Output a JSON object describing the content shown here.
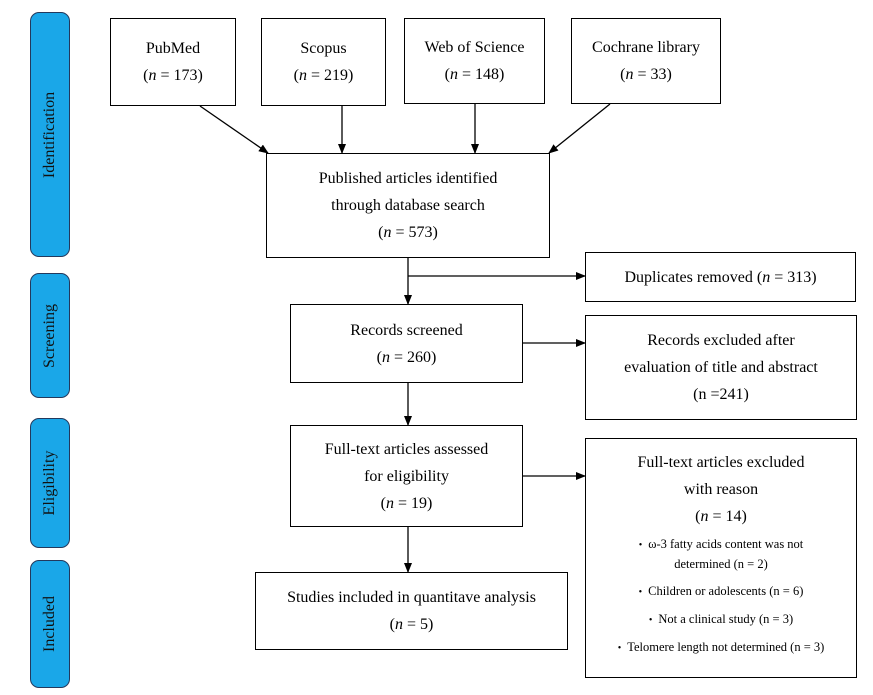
{
  "phases": [
    "Identification",
    "Screening",
    "Eligibility",
    "Included"
  ],
  "sources": [
    {
      "name": "PubMed",
      "count": "173"
    },
    {
      "name": "Scopus",
      "count": "219"
    },
    {
      "name": "Web of Science",
      "count": "148"
    },
    {
      "name": "Cochrane library",
      "count": "33"
    }
  ],
  "n_symbol": "n",
  "identified": {
    "line1": "Published articles identified",
    "line2": "through database search",
    "count": "573"
  },
  "duplicates": {
    "label": "Duplicates removed",
    "count": "313"
  },
  "screened": {
    "label": "Records screened",
    "count": "260"
  },
  "excluded_title": {
    "line1": "Records excluded after",
    "line2": "evaluation of title and abstract",
    "count_text": "(n =241)"
  },
  "eligibility": {
    "line1": "Full-text articles assessed",
    "line2": "for eligibility",
    "count": "19"
  },
  "excluded_fulltext": {
    "line1": "Full-text articles excluded",
    "line2": "with reason",
    "count": "14",
    "reasons": [
      "ω-3 fatty acids content was not",
      "determined (n = 2)",
      "Children or adolescents (n = 6)",
      "Not a clinical study (n = 3)",
      "Telomere length not determined (n = 3)"
    ]
  },
  "included": {
    "label": "Studies included in quantitave analysis",
    "count": "5"
  }
}
